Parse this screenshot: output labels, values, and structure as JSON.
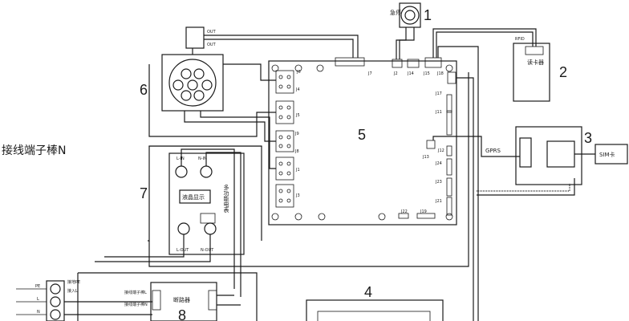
{
  "left_label": "接线端子棒N",
  "numbers": [
    "1",
    "2",
    "3",
    "4",
    "5",
    "6",
    "7",
    "8"
  ],
  "switch_label": "急停",
  "mini_labels": [
    "OUT",
    "OUT"
  ],
  "rfid": {
    "tag": "RFID",
    "text": "读卡器"
  },
  "gprs_label": "GPRS",
  "sim_label": "SIM卡",
  "meter": {
    "l_in": "L-IN",
    "n_in": "N-IN",
    "display": "液晶显示",
    "side": "多功能电表",
    "l_out": "L-OUT",
    "n_out": "N-OUT"
  },
  "breaker": {
    "label": "断路器",
    "left_top": "接线端子棒L",
    "left_bottom": "接线端子棒N"
  },
  "terminal": {
    "pe": "PE",
    "l": "L",
    "n": "N",
    "pe_right": "接地PE",
    "l_right": "接入L"
  },
  "board_labels": {
    "j2": "J2",
    "j7": "J7",
    "j14": "J14",
    "j15": "J15",
    "j18": "J18",
    "j17": "J17",
    "j11": "J11",
    "j12": "J12",
    "j13": "J13",
    "j24": "J24",
    "j23": "J23",
    "j21": "J21",
    "j22": "J22",
    "j19": "J19",
    "j6": "J6",
    "j4": "J4",
    "j5": "J5",
    "j9": "J9",
    "j8": "J8",
    "j1": "J1",
    "j3": "J3"
  }
}
